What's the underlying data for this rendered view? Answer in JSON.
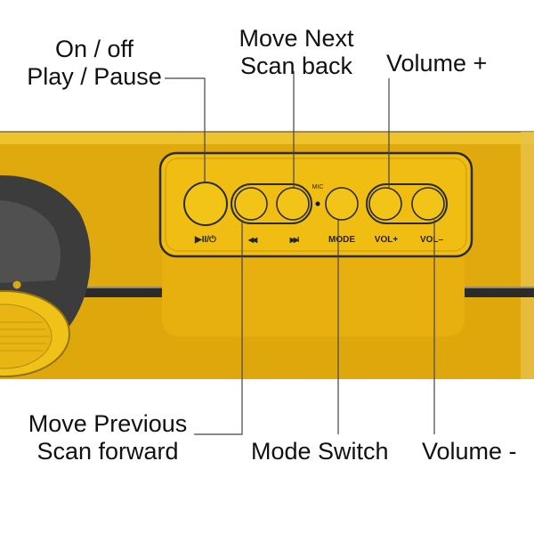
{
  "colors": {
    "body_yellow": "#e3ad0f",
    "panel_yellow": "#f0bd12",
    "button_yellow": "#f2c418",
    "outline": "#222222",
    "speaker_dark": "#3c3c3c"
  },
  "labels": {
    "power": {
      "line1": "On / off",
      "line2": "Play / Pause"
    },
    "next": {
      "line1": "Move Next",
      "line2": "Scan back"
    },
    "vol_up": {
      "line1": "Volume +"
    },
    "prev": {
      "line1": "Move Previous",
      "line2": "Scan forward"
    },
    "mode": {
      "line1": "Mode Switch"
    },
    "vol_down": {
      "line1": "Volume -"
    }
  },
  "panel": {
    "mic_label": "MIC",
    "buttons": [
      {
        "name": "play-pause",
        "label": "▶II/⏻",
        "icon": "play-pause-power-icon"
      },
      {
        "name": "previous",
        "label": "◀◀",
        "icon": "previous-track-icon"
      },
      {
        "name": "next",
        "label": "▶▶I",
        "icon": "next-track-icon"
      },
      {
        "name": "mode",
        "label": "MODE",
        "icon": "mode-icon"
      },
      {
        "name": "volume-up",
        "label": "VOL+",
        "icon": "volume-up-icon"
      },
      {
        "name": "volume-down",
        "label": "VOL–",
        "icon": "volume-down-icon"
      }
    ]
  }
}
